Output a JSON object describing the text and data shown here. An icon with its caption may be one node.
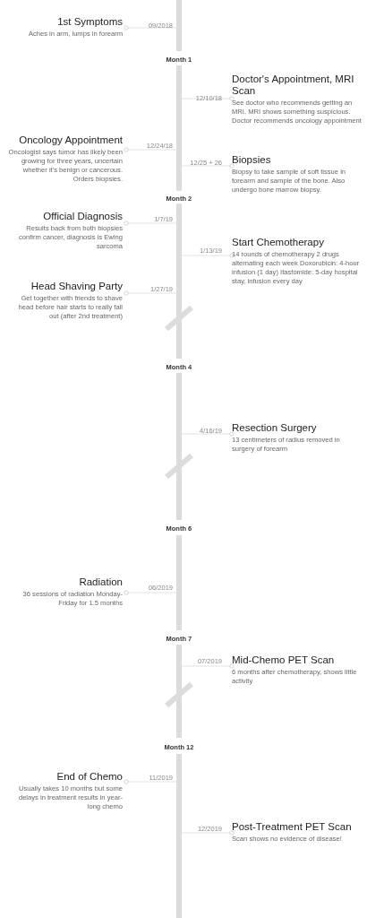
{
  "diagram": {
    "nodes": [
      {
        "text": [
          "1st Symptoms",
          "Aches  in arm, lumps in forearm"
        ]
      },
      {
        "text": [
          "Doctor's Appointment, MRI Scan",
          "See doctor who recommends getting an MRI. MRI shows something suspicious. Doctor recommends oncology appointment"
        ]
      },
      {
        "text": [
          "Oncology Appointment",
          "Oncologist says tumor has likely been growing for three years, uncertain whether it's benign or cancerous. Orders biopsies."
        ]
      },
      {
        "text": [
          "Biopsies",
          "Biopsy to take sample of soft tissue in forearm and sample of the bone. Also undergo bone marrow biopsy."
        ]
      },
      {
        "text": [
          "Official Diagnosis",
          "Results back from both biopsies confirm cancer, diagnosis is Ewing sarcoma"
        ]
      },
      {
        "text": [
          "Start Chemotherapy",
          "14 rounds of chemotherapy 2 drugs alternating each week Doxorubicin: 4-hour infusion (1 day) Ifasfomide: 5-day hospital stay, infusion every day"
        ]
      },
      {
        "text": [
          "Head Shaving Party",
          "Get together with friends to shave head before hair starts to really fall out (after 2nd treatment)"
        ]
      },
      {
        "text": [
          "Resection Surgery",
          "13 centimeters of radius removed in surgery of forearm"
        ]
      },
      {
        "text": [
          "Radiation",
          "36 sessions of radiation Monday-Friday for 1.5 months"
        ]
      },
      {
        "text": [
          "Mid-Chemo PET Scan",
          "6 months after chemotherapy, shows little activity"
        ]
      },
      {
        "text": [
          "End of Chemo",
          "Usually takes 10 months but some delays in treatment results in year-long chemo"
        ]
      },
      {
        "text": [
          "Post-Treatment PET Scan",
          "Scan shows no evidence of disease!"
        ]
      },
      {
        "text": [],
        "shape": "bar"
      }
    ],
    "edges": [
      {
        "from": 0,
        "to": 12,
        "arrow": "other",
        "label": "09/2018"
      },
      {
        "from": 1,
        "to": 12,
        "arrow": "other",
        "label": "12/10/18"
      },
      {
        "from": 2,
        "to": 12,
        "arrow": "other",
        "label": "12/24/18"
      },
      {
        "from": 3,
        "to": 12,
        "arrow": "other",
        "label": "12/25 + 26"
      },
      {
        "from": 4,
        "to": 12,
        "arrow": "other",
        "label": "1/7/19"
      },
      {
        "from": 5,
        "to": 12,
        "arrow": "other",
        "label": "1/13/19"
      },
      {
        "from": 6,
        "to": 12,
        "arrow": "other",
        "label": "1/27/19"
      },
      {
        "from": 7,
        "to": 12,
        "arrow": "other",
        "label": "4/16/19"
      },
      {
        "from": 8,
        "to": 12,
        "arrow": "other",
        "label": "06/2019"
      },
      {
        "from": 9,
        "to": 12,
        "arrow": "other",
        "label": "07/2019"
      },
      {
        "from": 10,
        "to": 12,
        "arrow": "other",
        "label": "11/2019"
      },
      {
        "from": 11,
        "to": 12,
        "arrow": "other",
        "label": "12/2019"
      }
    ],
    "labels": [
      "Month 1",
      "Month 2",
      "Month 4",
      "Month 6",
      "Month 7",
      "Month 12"
    ]
  }
}
